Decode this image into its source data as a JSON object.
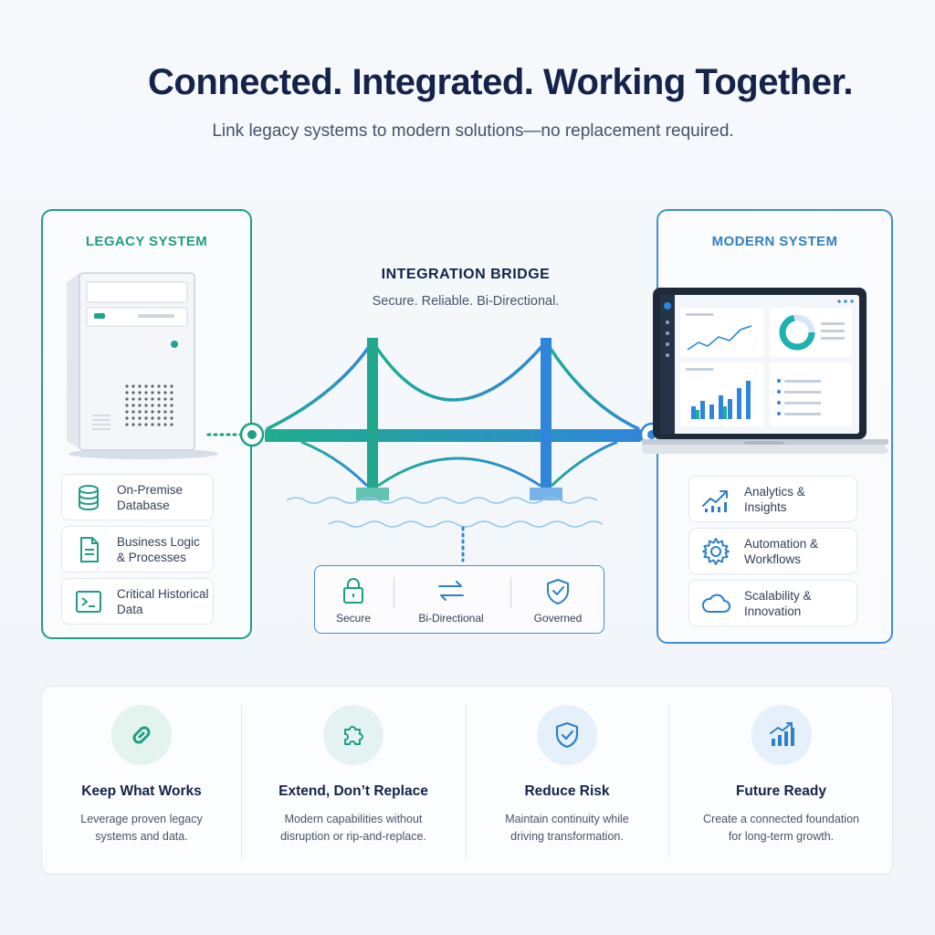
{
  "header": {
    "title": "Connected. Integrated. Working Together.",
    "subtitle": "Link legacy systems to modern solutions—no replacement required."
  },
  "legacy": {
    "title": "LEGACY SYSTEM",
    "accent": "#1f9e84",
    "items": [
      {
        "label": "On-Premise\nDatabase",
        "icon": "database-icon"
      },
      {
        "label": "Business Logic\n& Processes",
        "icon": "document-icon"
      },
      {
        "label": "Critical Historical\nData",
        "icon": "terminal-icon"
      }
    ]
  },
  "bridge": {
    "title": "INTEGRATION BRIDGE",
    "subtitle": "Secure. Reliable. Bi-Directional.",
    "properties": [
      {
        "label": "Secure",
        "icon": "lock-icon"
      },
      {
        "label": "Bi-Directional",
        "icon": "arrows-icon"
      },
      {
        "label": "Governed",
        "icon": "shield-check-icon"
      }
    ]
  },
  "modern": {
    "title": "MODERN SYSTEM",
    "accent": "#2f80c8",
    "items": [
      {
        "label": "Analytics &\nInsights",
        "icon": "trend-chart-icon"
      },
      {
        "label": "Automation &\nWorkflows",
        "icon": "gear-icon"
      },
      {
        "label": "Scalability &\nInnovation",
        "icon": "cloud-icon"
      }
    ]
  },
  "benefits": [
    {
      "title": "Keep What Works",
      "desc": "Leverage proven legacy\nsystems and data.",
      "icon": "link-icon"
    },
    {
      "title": "Extend, Don’t Replace",
      "desc": "Modern capabilities without\ndisruption or rip-and-replace.",
      "icon": "puzzle-icon"
    },
    {
      "title": "Reduce Risk",
      "desc": "Maintain continuity while\ndriving transformation.",
      "icon": "shield-check-icon"
    },
    {
      "title": "Future Ready",
      "desc": "Create a connected foundation\nfor long-term growth.",
      "icon": "bar-chart-icon"
    }
  ]
}
